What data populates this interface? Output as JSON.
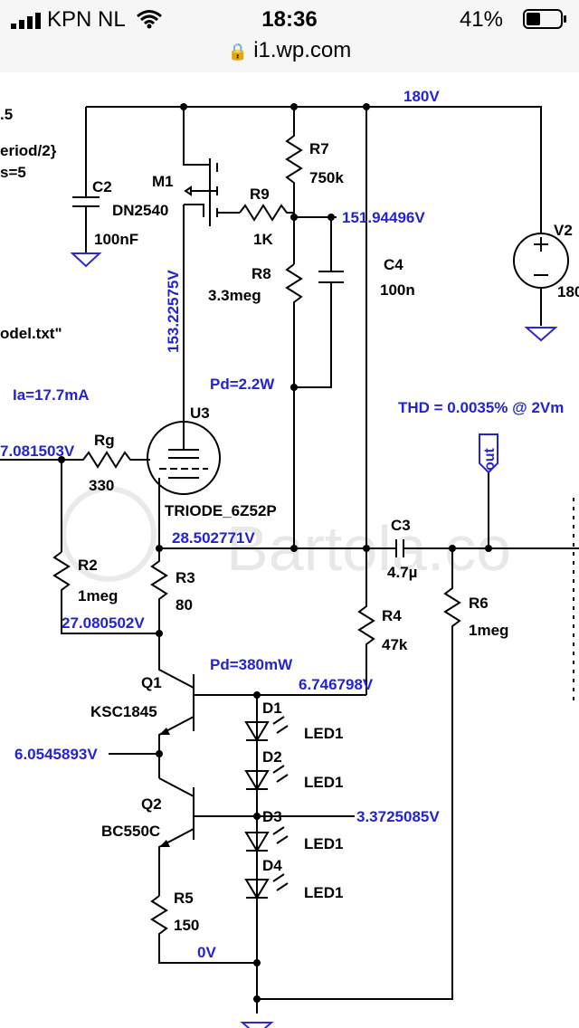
{
  "status_bar": {
    "carrier": "KPN NL",
    "time": "18:36",
    "battery_percent": "41%",
    "url": "i1.wp.com",
    "battery_level": 0.41
  },
  "schematic": {
    "partial_left": {
      "p1": ".5",
      "p2": "eriod/2}",
      "p3": "s=5",
      "p4": "odel.txt\""
    },
    "annotations": {
      "supply_180": "180V",
      "node_151": "151.94496V",
      "node_153": "153.22575V",
      "pd_mos": "Pd=2.2W",
      "ia": "Ia=17.7mA",
      "thd": "THD =  0.0035% @ 2Vm",
      "node_grid": "7.081503V",
      "node_cath": "28.502771V",
      "node_27": "27.080502V",
      "pd_q1": "Pd=380mW",
      "node_6746": "6.746798V",
      "node_6054": "6.0545893V",
      "node_3372": "3.3725085V",
      "node_0v": "0V"
    },
    "components": {
      "c2": {
        "name": "C2",
        "value": "100nF"
      },
      "m1": {
        "name": "M1",
        "value": "DN2540"
      },
      "r9": {
        "name": "R9",
        "value": "1K"
      },
      "r7": {
        "name": "R7",
        "value": "750k"
      },
      "r8": {
        "name": "R8",
        "value": "3.3meg"
      },
      "c4": {
        "name": "C4",
        "value": "100n"
      },
      "v2": {
        "name": "V2",
        "value": "180"
      },
      "u3": {
        "name": "U3",
        "value": "TRIODE_6Z52P"
      },
      "rg": {
        "name": "Rg",
        "value": "330"
      },
      "r2": {
        "name": "R2",
        "value": "1meg"
      },
      "r3": {
        "name": "R3",
        "value": "80"
      },
      "c3": {
        "name": "C3",
        "value": "4.7µ"
      },
      "r4": {
        "name": "R4",
        "value": "47k"
      },
      "r6": {
        "name": "R6",
        "value": "1meg"
      },
      "q1": {
        "name": "Q1",
        "value": "KSC1845"
      },
      "q2": {
        "name": "Q2",
        "value": "BC550C"
      },
      "r5": {
        "name": "R5",
        "value": "150"
      },
      "d1": {
        "name": "D1",
        "value": "LED1"
      },
      "d2": {
        "name": "D2",
        "value": "LED1"
      },
      "d3": {
        "name": "D3",
        "value": "LED1"
      },
      "d4": {
        "name": "D4",
        "value": "LED1"
      },
      "out_label": "out"
    },
    "watermark": "Bartola.co"
  }
}
